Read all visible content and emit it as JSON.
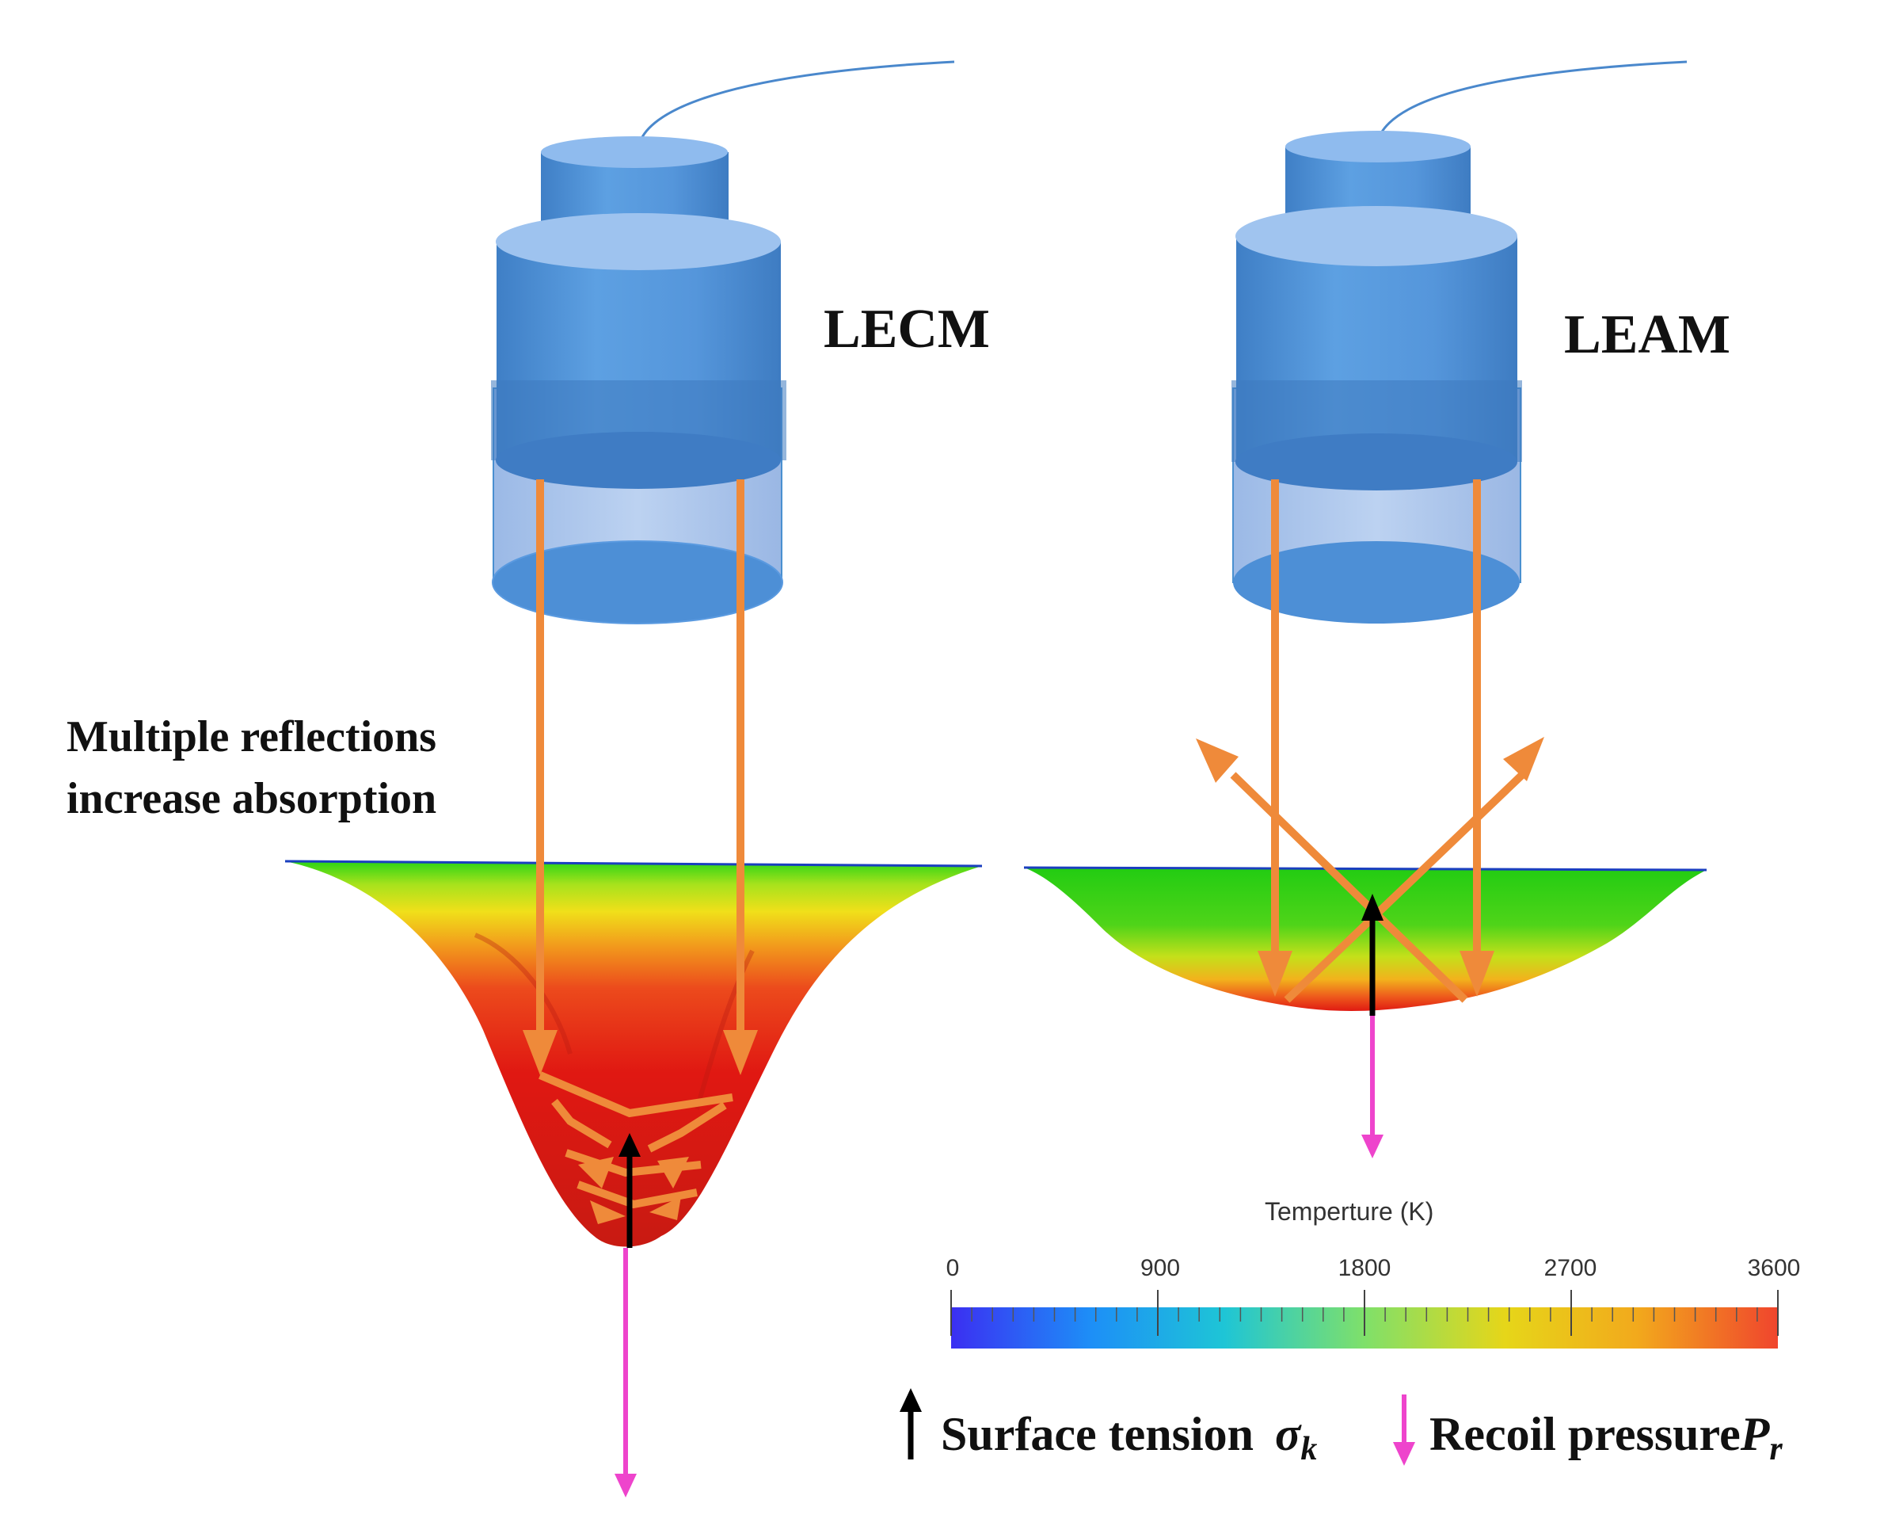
{
  "labels": {
    "left_system": "LECM",
    "right_system": "LEAM",
    "note_line1": "Multiple reflections",
    "note_line2": "increase absorption"
  },
  "colorbar": {
    "title": "Temperture (K)",
    "ticks": [
      "0",
      "900",
      "1800",
      "2700",
      "3600"
    ],
    "range": [
      0,
      3600
    ],
    "colors": [
      "#3b2ff2",
      "#1d8ff7",
      "#1ec5d6",
      "#7fe06a",
      "#e6d619",
      "#f2a91c",
      "#f0452d"
    ]
  },
  "legend": {
    "surface_tension": "Surface tension",
    "surface_tension_symbol": "σ",
    "surface_tension_sub": "k",
    "recoil_pressure": "Recoil pressure",
    "recoil_pressure_symbol": "P",
    "recoil_pressure_sub": "r"
  },
  "colors": {
    "laser_head": "#4f94dc",
    "laser_beam": "#ef8a3a",
    "surface_tension_arrow": "#000000",
    "recoil_pressure_arrow": "#ee44cc"
  }
}
